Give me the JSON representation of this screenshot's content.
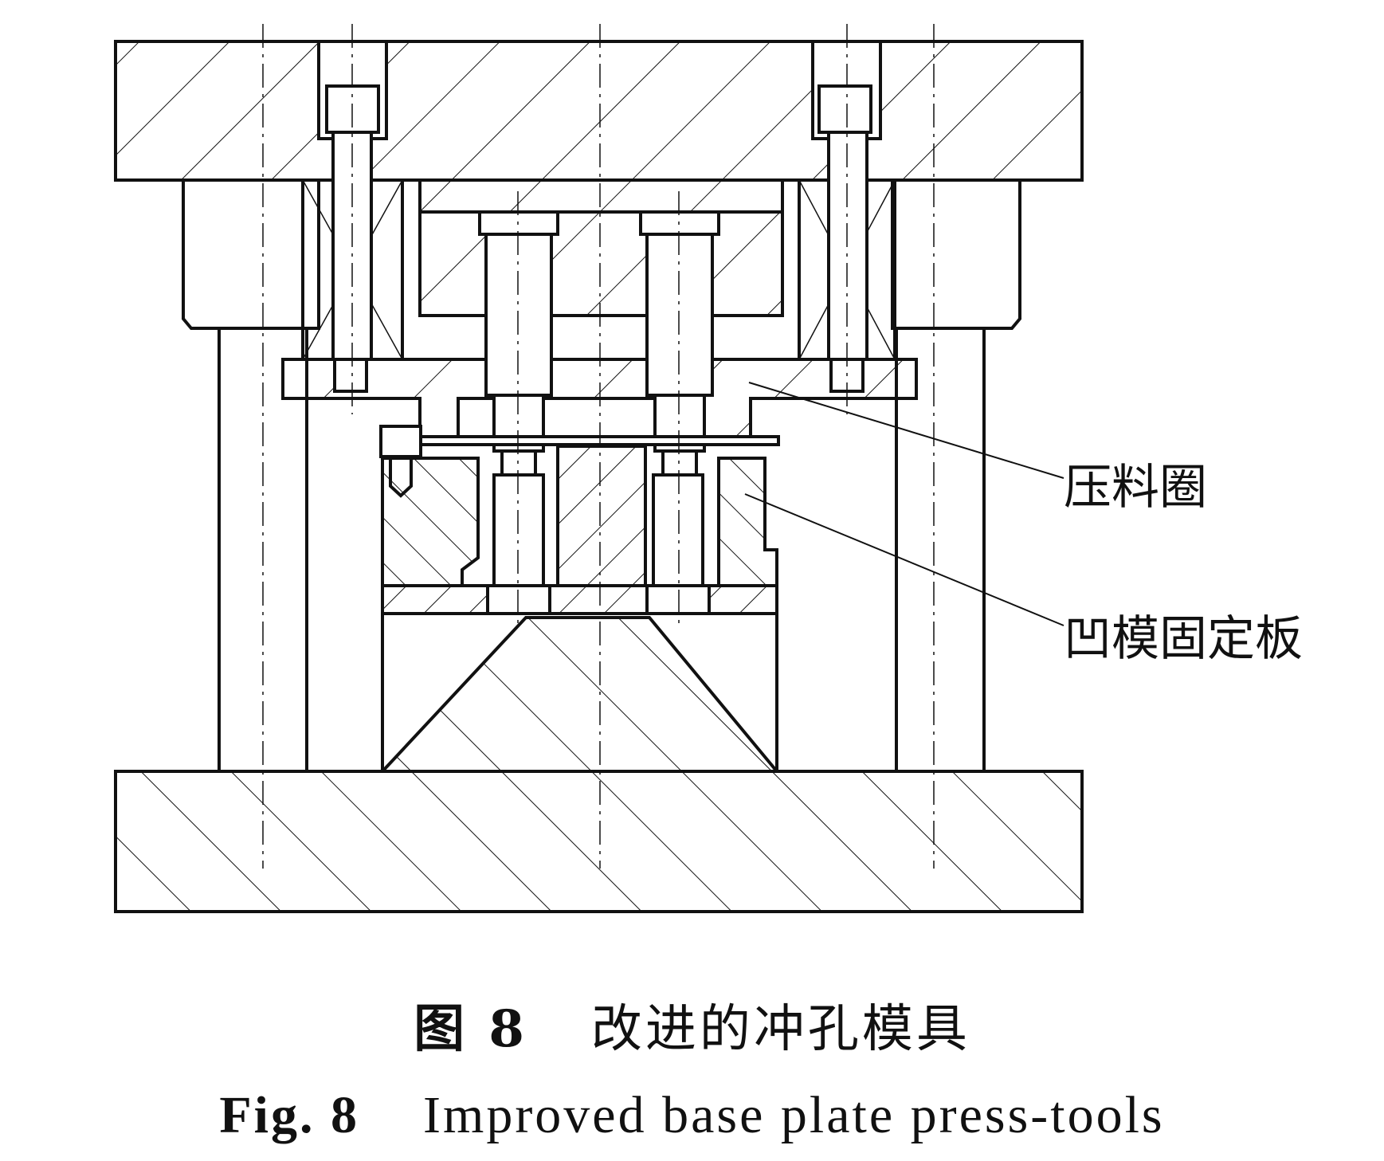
{
  "labels": {
    "pressure_ring": "压料圈",
    "die_fixing_plate": "凹模固定板"
  },
  "caption": {
    "cn_number": "图 8",
    "cn_title": "改进的冲孔模具",
    "en_number": "Fig. 8",
    "en_title": "Improved base plate press-tools"
  },
  "colors": {
    "line": "#111111",
    "background": "#ffffff"
  }
}
